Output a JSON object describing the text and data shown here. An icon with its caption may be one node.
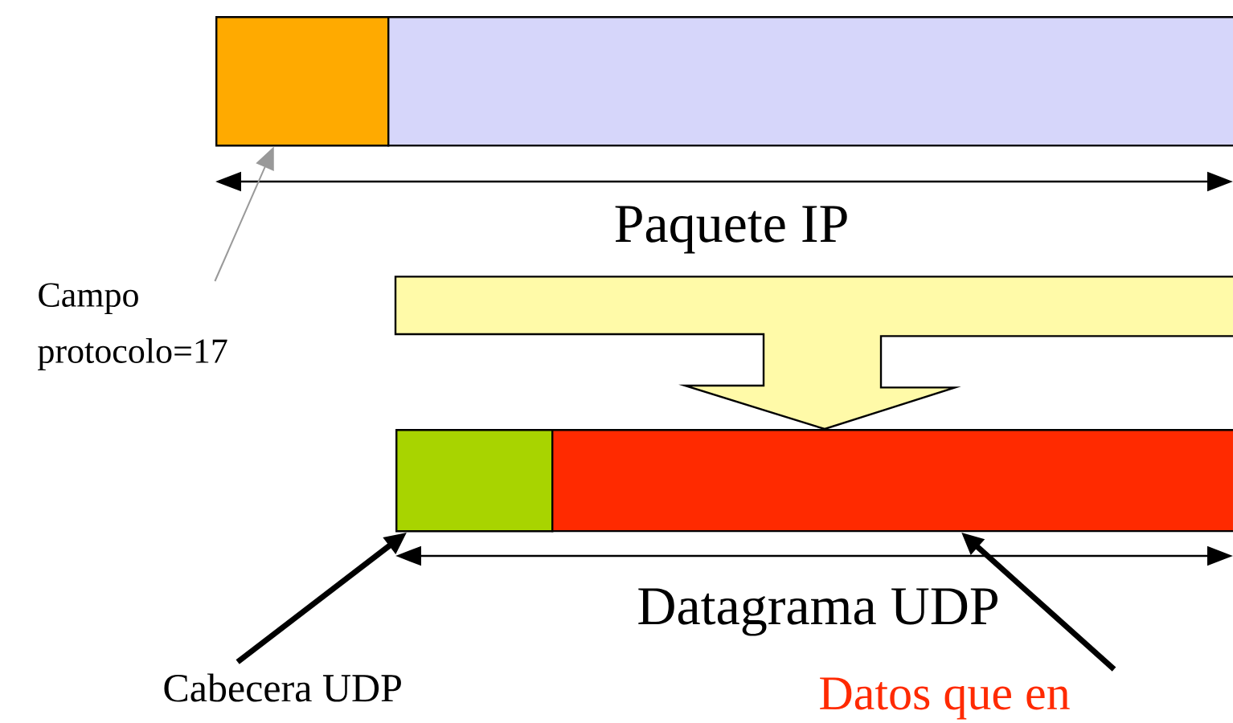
{
  "diagram": {
    "nodes": [
      {
        "text": [],
        "shape": "box"
      },
      {
        "text": [],
        "shape": "box"
      },
      {
        "text": [
          "Campo protocolo=17"
        ]
      },
      {
        "text": [],
        "shape": "box"
      },
      {
        "text": [],
        "shape": "box"
      },
      {
        "text": [
          "Cabecera UDP"
        ]
      },
      {
        "text": [
          "Datos que en"
        ]
      }
    ],
    "edges": [
      {
        "from": 2,
        "to": 0,
        "arrow": "to",
        "color": "#999999"
      },
      {
        "from": 1,
        "to": 4,
        "arrow": "to",
        "color": "#fffaa8"
      },
      {
        "from": 5,
        "to": 3,
        "arrow": "to"
      },
      {
        "from": 6,
        "to": 4,
        "arrow": "to"
      }
    ],
    "labels": [
      "Paquete IP",
      "Datagrama UDP"
    ]
  }
}
